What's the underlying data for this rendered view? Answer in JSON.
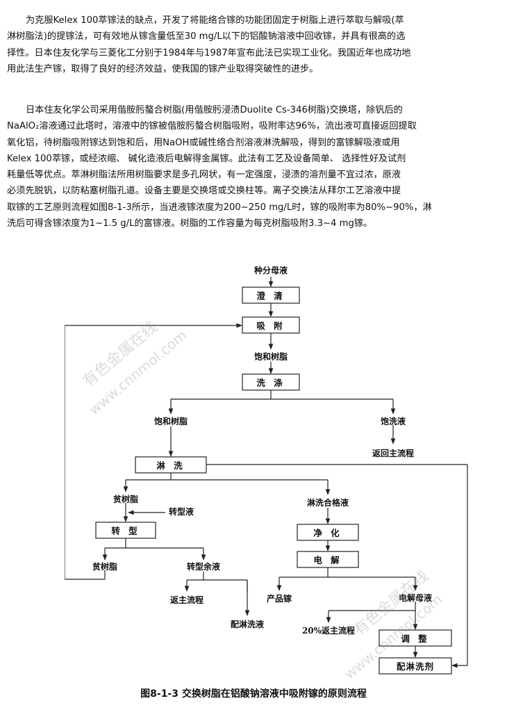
{
  "paragraphs": [
    {
      "lines": [
        "为克服Kelex 100萃镓法的缺点，开发了将能络合镓的功能团固定于树脂上进行萃取与解吸(萃",
        "淋树脂法)的提镓法，可有效地从镓含量低至30 mg/L以下的铝酸钠溶液中回收镓，并具有很高的选",
        "择性。日本住友化学与三菱化工分别于1984年与1987年宣布此法已实现工业化。我国近年也成功地",
        "用此法生产镓，取得了良好的经济效益，使我国的镓产业取得突破性的进步。"
      ]
    },
    {
      "lines": [
        "日本住友化学公司采用偕胺肟螯合树脂(用偕胺肟浸渍Duolite Cs-346树脂)交换塔，除钒后的",
        "NaAlO₂溶液通过此塔时，溶液中的镓被偕胺肟螯合树脂吸附，吸附率达96%，流出液可直接返回提取",
        "氧化铝，待树脂吸附镓达到饱和后，用NaOH或碱性络合剂溶液淋洗解吸，得到的富镓解吸液或用",
        "Kelex 100萃镓，或经浓缩、 碱化造液后电解得金属镓。此法有工艺及设备简单、 选择性好及试剂",
        "耗量低等优点。萃淋树脂法所用树脂要求是多孔网状，有一定强度，浸渍的溶剂量不宜过浓，原液",
        "必须先脱钒，以防粘塞树脂孔道。设备主要是交换塔或交换柱等。离子交换法从拜尔工艺溶液中提",
        "取镓的工艺原则流程如图8-1-3所示，当进液镓浓度为200~250 mg/L时，镓的吸附率为80%~90%，淋",
        "洗后可得含镓浓度为1~1.5 g/L的富镓液。树脂的工作容量为每克树脂吸附3.3~4 mg镓。"
      ]
    }
  ],
  "flowchart": {
    "boxes": {
      "clarify": "澄 清",
      "adsorb": "吸 附",
      "wash": "洗 涤",
      "elute": "淋 洗",
      "convert": "转 型",
      "purify": "净 化",
      "electrolysis": "电 解",
      "adjust": "调 整",
      "eluent": "配淋洗剂"
    },
    "labels": {
      "seed_mother_liquor": "种分母液",
      "saturated_resin_1": "饱和树脂",
      "saturated_resin_2": "饱和树脂",
      "saturated_wash_liquor": "饱洗液",
      "return_main_1": "返回主流程",
      "lean_resin_1": "贫树脂",
      "conversion_liquor": "转型液",
      "qualified_eluate": "淋洗合格液",
      "lean_resin_2": "贫树脂",
      "conversion_residue": "转型余液",
      "product_gallium": "产品镓",
      "spent_electrolyte": "电解母液",
      "return_main_2": "返主流程",
      "make_eluent": "配淋洗液",
      "return_20pct": "20%返主流程"
    },
    "watermarks": [
      "有色金属在线",
      "www.cnnmol.com",
      "有色金属在线",
      "www.cnnmol.com"
    ]
  },
  "caption": "图8-1-3 交换树脂在铝酸钠溶液中吸附镓的原则流程",
  "colors": {
    "text": "#111111",
    "line": "#222222",
    "watermark": "#9b9b9b"
  }
}
